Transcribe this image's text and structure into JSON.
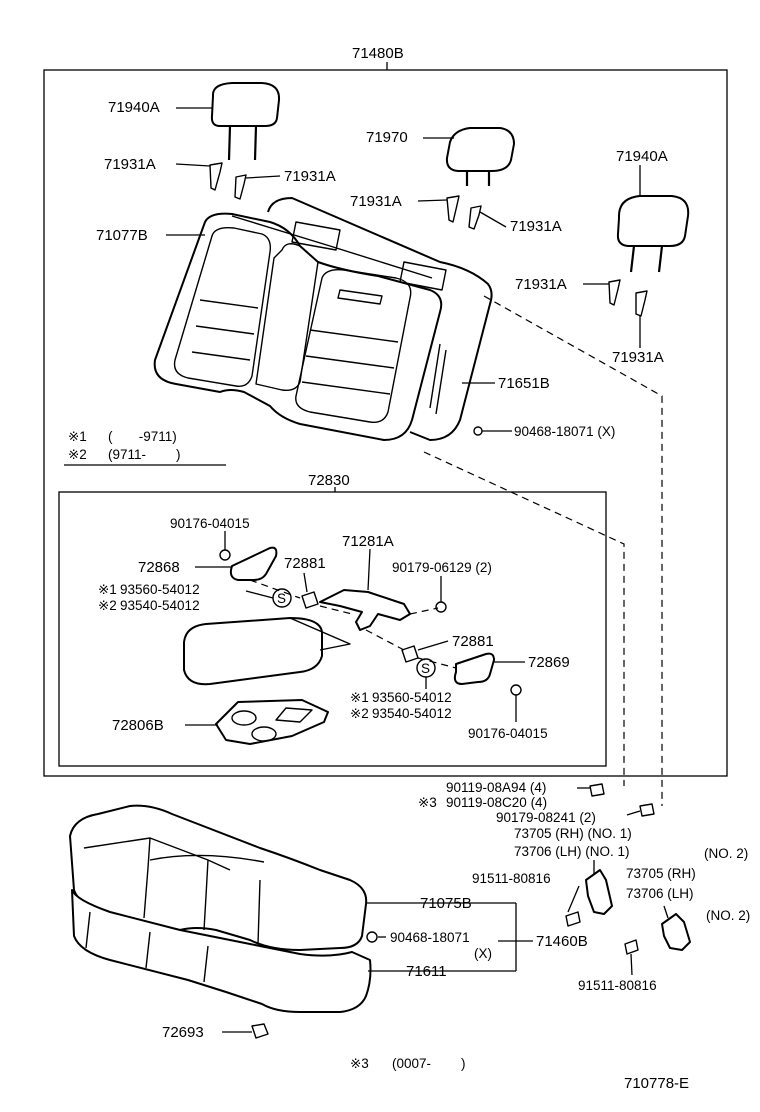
{
  "parts": {
    "assy_top": "71480B",
    "headrest_left": "71940A",
    "headrest_center": "71970",
    "headrest_right": "71940A",
    "support_tl_1": "71931A",
    "support_tl_2": "71931A",
    "support_c_1": "71931A",
    "support_c_2": "71931A",
    "support_r_1": "71931A",
    "support_r_2": "71931A",
    "back_cover": "71077B",
    "back_pad": "71651B",
    "back_clip": "90468-18071 (X)",
    "armrest_assy": "72830",
    "screw_top": "90176-04015",
    "cover_left": "72868",
    "bushing_left": "72881",
    "hinge": "71281A",
    "nut_hinge": "90179-06129 (2)",
    "washer_l1": "93560-54012",
    "washer_l2": "93540-54012",
    "bushing_right": "72881",
    "cover_right": "72869",
    "washer_r1": "93560-54012",
    "washer_r2": "93540-54012",
    "screw_bottom": "90176-04015",
    "cup_holder": "72806B",
    "bolt_1": "90119-08A94 (4)",
    "bolt_2": "90119-08C20 (4)",
    "nut_2": "90179-08241 (2)",
    "hinge_rh_1": "73705 (RH) (NO. 1)",
    "hinge_lh_1": "73706 (LH) (NO. 1)",
    "no2_top": "(NO. 2)",
    "hinge_rh_2": "73705 (RH)",
    "hinge_lh_2": "73706 (LH)",
    "no2_bottom": "(NO. 2)",
    "bolt_a": "91511-80816",
    "bolt_b": "91511-80816",
    "cushion_cover": "71075B",
    "cushion_clip": "90468-18071",
    "cushion_clip_x": "(X)",
    "cushion_assy": "71460B",
    "cushion_pad": "71611",
    "clip_bottom": "72693"
  },
  "notes": {
    "n1_mark": "※1",
    "n1_range": "(       -9711)",
    "n2_mark": "※2",
    "n2_range": "(9711-        )",
    "n3_mark": "※3",
    "n3_range": "(0007-        )",
    "l1": "※1",
    "l2": "※2",
    "r1": "※1",
    "r2": "※2",
    "b3": "※3",
    "s_left": "S",
    "s_right": "S"
  },
  "figure_id": "710778-E"
}
